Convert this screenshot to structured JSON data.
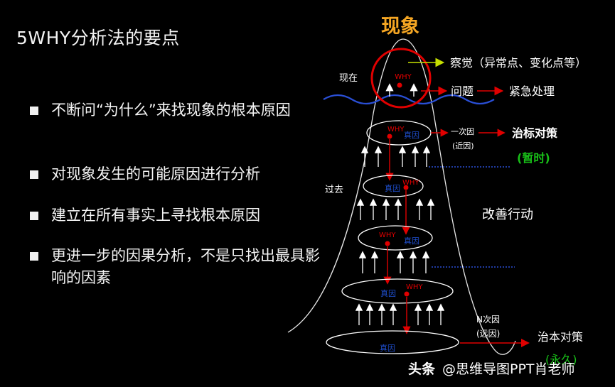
{
  "title": "5WHY分析法的要点",
  "bullets": [
    "不断问“为什么”来找现象的根本原因",
    "对现象发生的可能原因进行分析",
    "建立在所有事实上寻找根本原因",
    "更进一步的因果分析，不是只找出最具影响的因素"
  ],
  "diagram": {
    "phenomenon": "现象",
    "now": "现在",
    "past": "过去",
    "why": "WHY",
    "true_cause": "真因",
    "observe": "察觉（异常点、变化点等）",
    "problem": "问题",
    "urgent": "紧急处理",
    "first_cause": "一次因",
    "first_cause_sub": "(近因)",
    "temp_fix": "治标对策",
    "temp_label": "(暂时)",
    "improve": "改善行动",
    "n_cause": "N次因",
    "n_cause_sub": "(远因)",
    "root_fix": "治本对策",
    "permanent": "(永久)"
  },
  "watermark": {
    "brand": "头条",
    "handle": "@思维导图PPT肖老师"
  },
  "colors": {
    "accent_orange": "#f5a623",
    "red": "#e00000",
    "blue_wave": "#2a4fd6",
    "green": "#18c018",
    "true_cause_blue": "#1f4fd0"
  }
}
